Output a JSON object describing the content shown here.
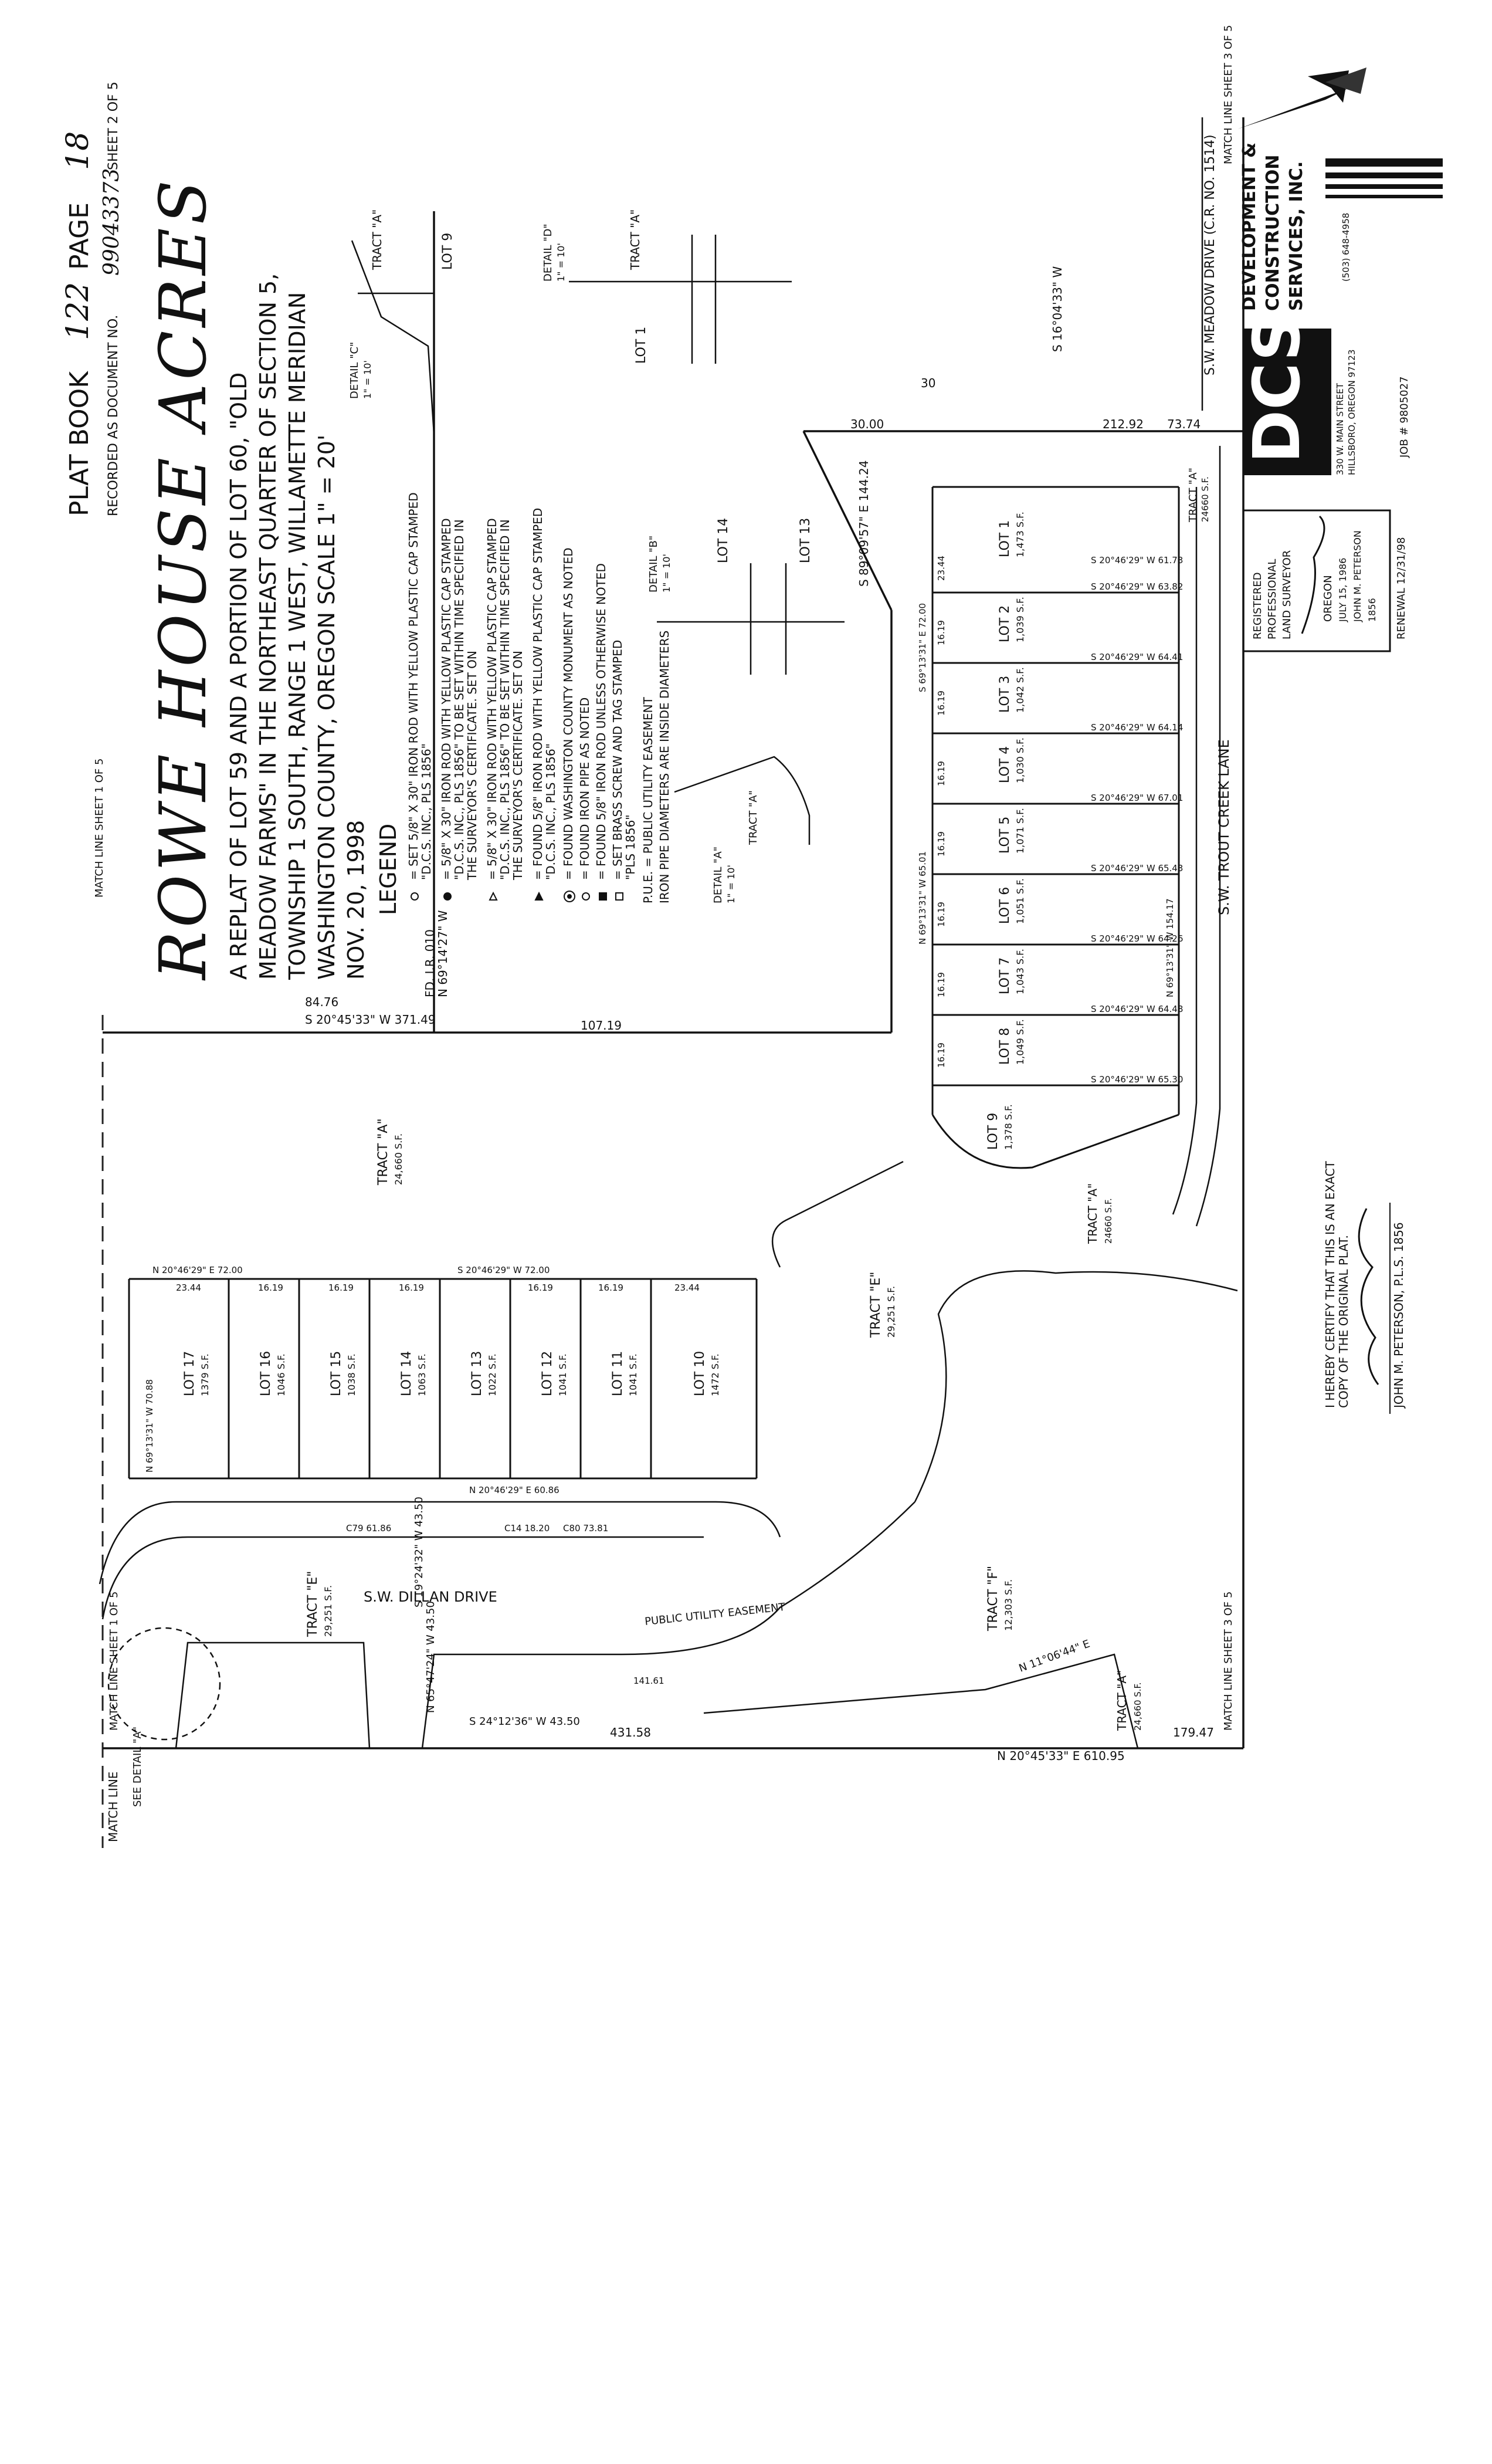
{
  "header": {
    "plat_book": "PLAT BOOK",
    "book_no": "122",
    "page_label": "PAGE",
    "page_no": "18",
    "recorded": "RECORDED AS DOCUMENT NO.",
    "doc_no": "99043373",
    "sheet": "SHEET 2 OF 5"
  },
  "title": {
    "main": "ROWE HOUSE ACRES",
    "lines": [
      "A REPLAT OF LOT 59 AND A PORTION OF LOT 60, \"OLD",
      "MEADOW FARMS\" IN THE NORTHEAST QUARTER OF SECTION 5,",
      "TOWNSHIP 1 SOUTH, RANGE 1 WEST, WILLAMETTE MERIDIAN",
      "WASHINGTON COUNTY, OREGON          SCALE 1\" = 20'",
      "NOV. 20, 1998"
    ]
  },
  "legend": {
    "heading": "LEGEND",
    "items": [
      "= SET 5/8\" X 30\" IRON ROD WITH YELLOW PLASTIC CAP STAMPED",
      "\"D.C.S. INC., PLS 1856\"",
      "= 5/8\" X 30\" IRON ROD WITH YELLOW PLASTIC CAP STAMPED",
      "\"D.C.S. INC., PLS 1856\" TO BE SET WITHIN TIME SPECIFIED IN",
      "THE SURVEYOR'S CERTIFICATE. SET ON",
      "= 5/8\" X 30\" IRON ROD WITH YELLOW PLASTIC CAP STAMPED",
      "\"D.C.S. INC., PLS 1856\" TO BE SET WITHIN TIME SPECIFIED IN",
      "THE SURVEYOR'S CERTIFICATE. SET ON",
      "= FOUND 5/8\" IRON ROD WITH YELLOW PLASTIC CAP STAMPED",
      "\"D.C.S. INC., PLS 1856\"",
      "= FOUND WASHINGTON COUNTY MONUMENT AS NOTED",
      "= FOUND IRON PIPE AS NOTED",
      "= FOUND 5/8\" IRON ROD UNLESS OTHERWISE NOTED",
      "= SET BRASS SCREW AND TAG STAMPED",
      "\"PLS 1856\"",
      "P.U.E. = PUBLIC UTILITY EASEMENT",
      "IRON PIPE DIAMETERS ARE INSIDE DIAMETERS"
    ]
  },
  "streets": {
    "dillan": "S.W. DILLAN DRIVE",
    "trout_creek": "S.W. TROUT CREEK LANE",
    "meadow": "S.W. MEADOW DRIVE (C.R. NO. 1514)",
    "pue": "PUBLIC UTILITY EASEMENT"
  },
  "bearings": {
    "top": "S 20°45'33\" W  371.49",
    "right": "S 16°04'33\" W",
    "bottom": "N 20°45'33\" E  610.95",
    "east": "S 89°09'57\" E  144.24",
    "b107": "107.19",
    "b431": "431.58",
    "b212": "212.92",
    "b7374": "73.74",
    "b3000": "30.00",
    "b30": "30",
    "b179": "179.47",
    "b8476": "84.76",
    "fd": "FD. I.R. 010",
    "fd2": "N 69°14'27\" W"
  },
  "match_lines": {
    "top": "MATCH LINE SHEET 1 OF 5",
    "right": "MATCH LINE SHEET 3 OF 5",
    "bottom": "MATCH LINE SHEET 3 OF 5",
    "left": "MATCH LINE SHEET 1 OF 5",
    "left2": "MATCH LINE"
  },
  "lots_right": [
    {
      "name": "LOT 1",
      "area": "1,473 S.F."
    },
    {
      "name": "LOT 2",
      "area": "1,039 S.F."
    },
    {
      "name": "LOT 3",
      "area": "1,042 S.F."
    },
    {
      "name": "LOT 4",
      "area": "1,030 S.F."
    },
    {
      "name": "LOT 5",
      "area": "1,071 S.F."
    },
    {
      "name": "LOT 6",
      "area": "1,051 S.F."
    },
    {
      "name": "LOT 7",
      "area": "1,043 S.F."
    },
    {
      "name": "LOT 8",
      "area": "1,049 S.F."
    },
    {
      "name": "LOT 9",
      "area": "1,378 S.F."
    }
  ],
  "lots_left": [
    {
      "name": "LOT 17",
      "area": "1379 S.F."
    },
    {
      "name": "LOT 16",
      "area": "1046 S.F."
    },
    {
      "name": "LOT 15",
      "area": "1038 S.F."
    },
    {
      "name": "LOT 14",
      "area": "1063 S.F."
    },
    {
      "name": "LOT 13",
      "area": "1022 S.F."
    },
    {
      "name": "LOT 12",
      "area": "1041 S.F."
    },
    {
      "name": "LOT 11",
      "area": "1041 S.F."
    },
    {
      "name": "LOT 10",
      "area": "1472 S.F."
    }
  ],
  "tracts": {
    "a_top": "TRACT \"A\"",
    "a_top_area": "24,660 S.F.",
    "e_left": "TRACT \"E\"",
    "e_left_area": "29,251 S.F.",
    "e_mid": "TRACT \"E\"",
    "e_mid_area": "29,251 S.F.",
    "f": "TRACT \"F\"",
    "f_area": "12,303 S.F.",
    "a_bottom": "TRACT \"A\"",
    "a_bottom_area": "24,660 S.F.",
    "a_mid": "TRACT \"A\"",
    "a_mid_area": "24660 S.F.",
    "a_right": "TRACT \"A\"",
    "a_right_area": "24660 S.F."
  },
  "details": {
    "c": "DETAIL \"C\"",
    "c_scale": "1\" = 10'",
    "d": "DETAIL \"D\"",
    "d_scale": "1\" = 10'",
    "b": "DETAIL \"B\"",
    "b_scale": "1\" = 10'",
    "a": "DETAIL \"A\"",
    "a_scale": "1\" = 10'",
    "see_a": "SEE DETAIL \"A\"",
    "lot9": "LOT 9",
    "lot1": "LOT 1",
    "lot14": "LOT 14",
    "lot13": "LOT 13",
    "tract_a": "TRACT \"A\""
  },
  "dimensions": {
    "d1": "N 20°46'29\" E  72.00",
    "d2": "S 20°46'29\" W  72.00",
    "d3": "N 69°13'31\" W  70.88",
    "d4": "S 20°46'29\" W  61.73",
    "d5": "S 20°46'29\" W  63.82",
    "d6": "S 20°46'29\" W  64.41",
    "d7": "S 20°46'29\" W  64.14",
    "d8": "S 20°46'29\" W  67.01",
    "d9": "S 20°46'29\" W  65.43",
    "d10": "S 20°46'29\" W  64.26",
    "d11": "S 20°46'29\" W  64.48",
    "d12": "S 20°46'29\" W  65.30",
    "d13": "N 69°13'31\" W  154.17",
    "d14": "N 69°13'31\" W  65.01",
    "d15": "S 69°13'31\" E  72.00",
    "d16": "16.19",
    "d17": "23.44",
    "d18": "S 19°24'32\" W  43.50",
    "d19": "N 65°47'24\" W  43.50",
    "d20": "S 24°12'36\" W  43.50",
    "d21": "N 11°06'44\" E",
    "d22": "N 20°46'29\" E  60.86",
    "d23": "C14 18.20",
    "d24": "C80 73.81",
    "d25": "141.61",
    "d26": "C79 61.86"
  },
  "company": {
    "name1": "DEVELOPMENT &",
    "name2": "CONSTRUCTION",
    "name3": "SERVICES, INC.",
    "addr1": "330 W. MAIN STREET",
    "addr2": "HILLSBORO, OREGON 97123",
    "phone": "(503) 648-4958",
    "job": "JOB # 9805027",
    "logo": "DCS"
  },
  "stamp": {
    "line1": "REGISTERED",
    "line2": "PROFESSIONAL",
    "line3": "LAND SURVEYOR",
    "line4": "OREGON",
    "line5": "JULY 15, 1986",
    "line6": "JOHN M. PETERSON",
    "line7": "1856",
    "renewal": "RENEWAL 12/31/98"
  },
  "certify": {
    "line1": "I HEREBY CERTIFY THAT THIS IS AN EXACT",
    "line2": "COPY OF THE ORIGINAL PLAT.",
    "signer": "JOHN M. PETERSON, P.L.S. 1856"
  }
}
